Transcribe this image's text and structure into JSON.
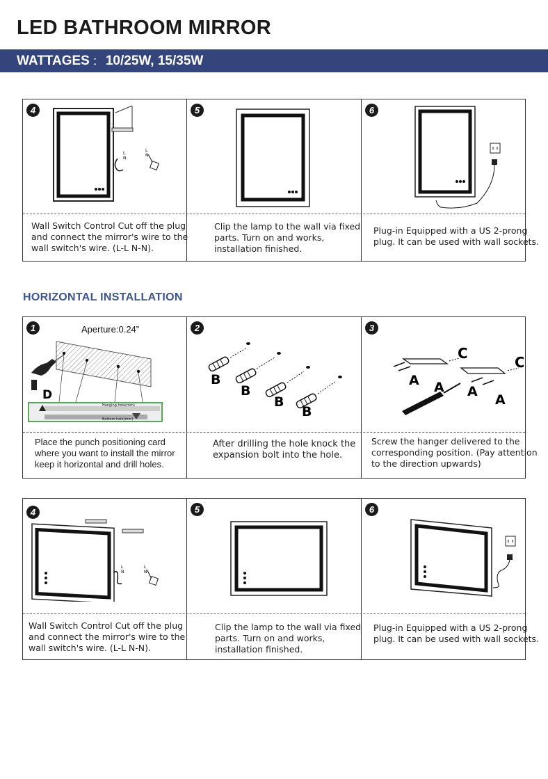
{
  "title": "LED BATHROOM MIRROR",
  "banner": {
    "label": "WATTAGES",
    "separator": "：",
    "value": "10/25W, 15/35W"
  },
  "section_heading": "HORIZONTAL  INSTALLATION",
  "row1": {
    "steps": [
      {
        "num": "4",
        "lines": [
          "Wall Switch Control  Cut off the plug",
          " and connect the mirror's wire to the",
          " wall switch's  wire. (L-L N-N)."
        ]
      },
      {
        "num": "5",
        "lines": [
          "Clip the lamp to the wall via fixed",
          "parts. Turn on and works,",
          "installation finished."
        ]
      },
      {
        "num": "6",
        "lines": [
          "Plug-in Equipped with a US 2-prong",
          "plug. It can be used with wall sockets."
        ]
      }
    ]
  },
  "row2": {
    "steps": [
      {
        "num": "1",
        "aperture": "Aperture:0.24”",
        "drill_label": "D",
        "card_top": "Hanging hole(mm)",
        "card_bottom": "Bottom hole(mm)",
        "lines": [
          "Place the punch positioning card",
          "where you want to install the mirror",
          "keep it horizontal and drill holes."
        ]
      },
      {
        "num": "2",
        "part_label": "B",
        "lines": [
          "After drilling the hole knock the",
          "expansion bolt into the hole."
        ]
      },
      {
        "num": "3",
        "screw_label": "A",
        "hanger_label": "C",
        "lines": [
          "Screw the hanger delivered to the",
          "corresponding position. (Pay attention",
          "to the direction upwards)"
        ]
      }
    ]
  },
  "row3": {
    "steps": [
      {
        "num": "4",
        "lines": [
          "Wall Switch Control  Cut off the plug",
          " and connect the mirror's wire to the",
          " wall switch's  wire. (L-L N-N)."
        ]
      },
      {
        "num": "5",
        "lines": [
          "Clip the lamp to the wall via fixed",
          "parts. Turn on and works,",
          "installation finished."
        ]
      },
      {
        "num": "6",
        "lines": [
          "Plug-in Equipped with a US 2-prong",
          "plug. It can be used with wall sockets."
        ]
      }
    ]
  },
  "wire_labels": {
    "l": "L",
    "n": "N"
  }
}
